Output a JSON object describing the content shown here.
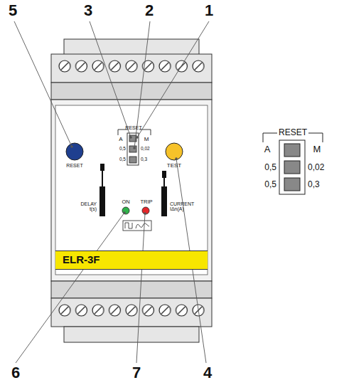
{
  "diagram": {
    "nodes": [
      {
        "text": [
          "ELR-3F"
        ]
      }
    ],
    "labels": [
      "5",
      "3",
      "2",
      "1",
      "RESET",
      "A",
      "M",
      "0,5",
      "0,02",
      "0,5",
      "0,3",
      "RESET",
      "TEST",
      "DELAY t(s)",
      "ON",
      "TRIP",
      "CURRENT IΔn(A)",
      "RESET",
      "A",
      "M",
      "0,5",
      "0,02",
      "0,5",
      "0,3",
      "6",
      "7",
      "4"
    ]
  }
}
